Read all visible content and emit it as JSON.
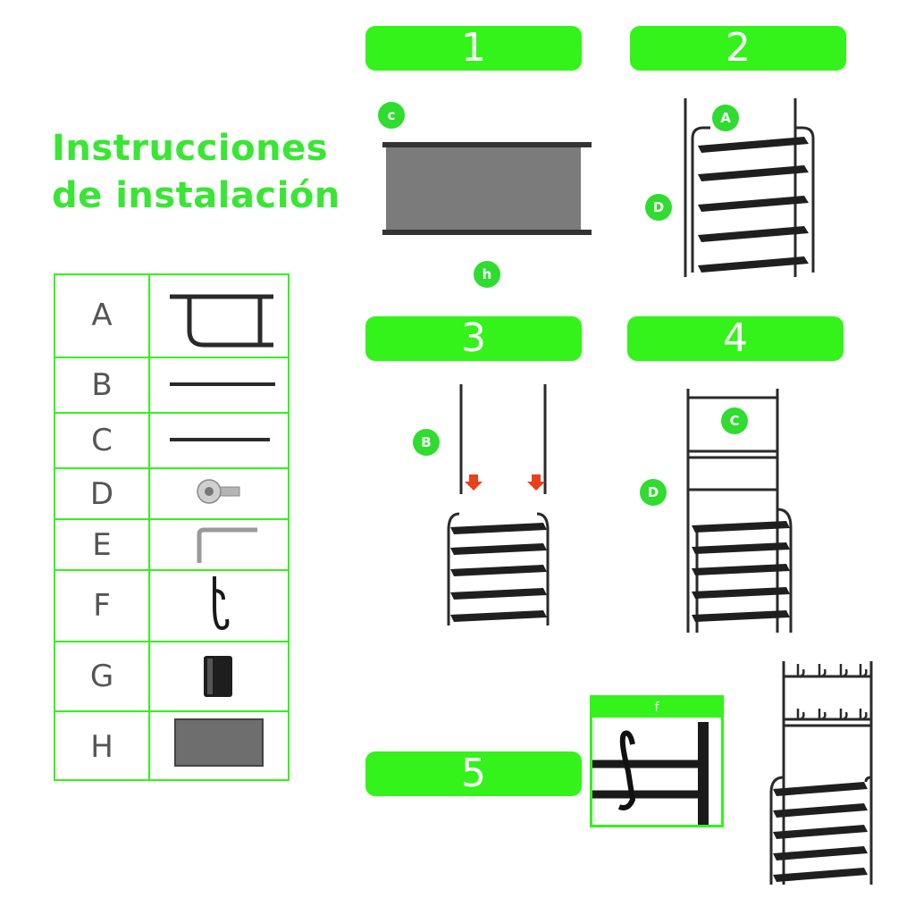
{
  "title": {
    "line1": "Instrucciones",
    "line2": "de instalación"
  },
  "steps": [
    "1",
    "2",
    "3",
    "4",
    "5"
  ],
  "parts": [
    {
      "letter": "A",
      "icon": "a-frame-icon"
    },
    {
      "letter": "B",
      "icon": "long-tube-icon"
    },
    {
      "letter": "C",
      "icon": "short-tube-icon"
    },
    {
      "letter": "D",
      "icon": "screw-icon"
    },
    {
      "letter": "E",
      "icon": "allen-key-icon"
    },
    {
      "letter": "F",
      "icon": "hook-icon"
    },
    {
      "letter": "G",
      "icon": "foot-cap-icon"
    },
    {
      "letter": "H",
      "icon": "fabric-shelf-icon"
    }
  ],
  "callouts": {
    "step1_top": "c",
    "step1_bottom": "h",
    "step2_a": "A",
    "step2_d": "D",
    "step3_b": "B",
    "step4_c": "C",
    "step4_d": "D",
    "step5_detail": "f"
  },
  "colors": {
    "green": "#33f31a",
    "title_green": "#39e633",
    "arrow_red": "#e8401c",
    "metal": "#2a2a2a"
  }
}
